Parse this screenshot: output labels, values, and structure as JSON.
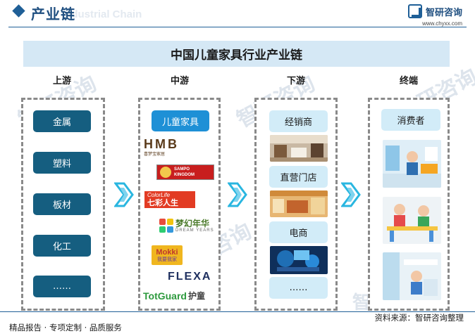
{
  "header": {
    "title": "产业链",
    "watermark_text": "Industrial Chain",
    "brand_name": "智研咨询",
    "brand_url": "www.chyxx.com"
  },
  "banner": "中国儿童家具行业产业链",
  "stages": {
    "upstream": "上游",
    "midstream": "中游",
    "downstream": "下游",
    "terminal": "终端"
  },
  "upstream_items": [
    "金属",
    "塑料",
    "板材",
    "化工",
    "……"
  ],
  "midstream": {
    "label": "儿童家具",
    "brands": {
      "hmb_mark": "HMB",
      "hmb_sub": "喜梦宝家居",
      "sampo_line1": "SAMPO",
      "sampo_line2": "KINGDOM",
      "colorlife_en": "ColorLife",
      "colorlife_cn": "七彩人生",
      "dream_cn": "梦幻年华",
      "dream_en": "DREAM YEARS",
      "mokki_en": "Mokki",
      "mokki_cn": "我要我家",
      "flexa": "FLEXA",
      "totguard_en": "TotGuard",
      "totguard_cn": "护童"
    }
  },
  "downstream_items": [
    "经销商",
    "直营门店",
    "电商",
    "……"
  ],
  "terminal": {
    "label": "消费者"
  },
  "watermark": "智研咨询",
  "footer": {
    "left": "精品报告 · 专项定制 · 品质服务",
    "right": "资料来源：智研咨询整理"
  },
  "colors": {
    "brand_blue": "#1f5f97",
    "dark_pill": "#155e80",
    "light_pill": "#d2ecf8",
    "banner_bg": "#d5e8f5",
    "arrow_cyan": "#29b6e0"
  }
}
